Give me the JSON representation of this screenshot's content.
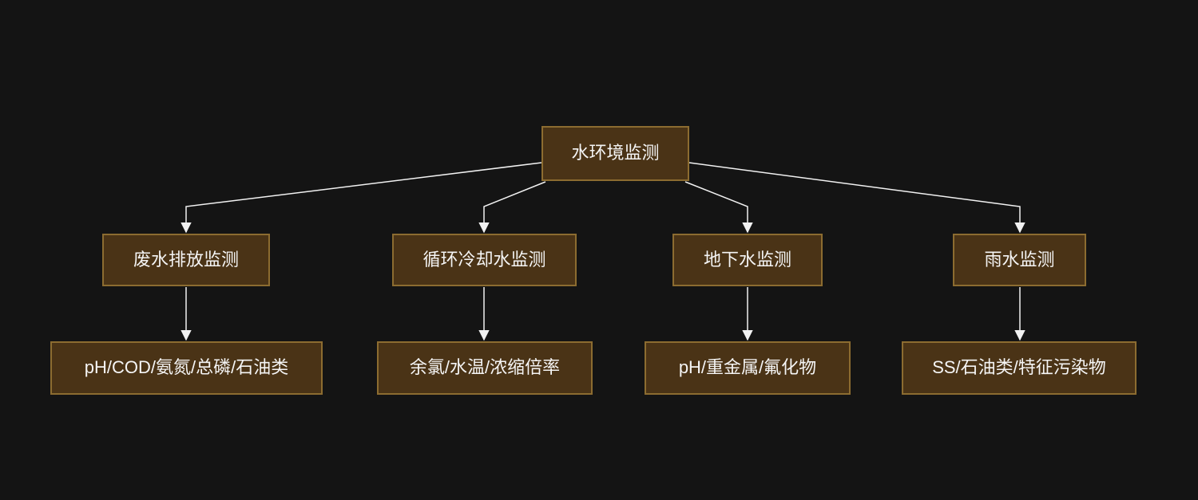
{
  "diagram": {
    "colors": {
      "background": "#141414",
      "node_fill": "#4a3316",
      "node_border": "#8c6c30",
      "text": "#f5f5f5",
      "connector": "#f2f2f2"
    },
    "root": {
      "label": "水环境监测"
    },
    "branches": [
      {
        "label": "废水排放监测",
        "leaf_label": "pH/COD/氨氮/总磷/石油类"
      },
      {
        "label": "循环冷却水监测",
        "leaf_label": "余氯/水温/浓缩倍率"
      },
      {
        "label": "地下水监测",
        "leaf_label": "pH/重金属/氟化物"
      },
      {
        "label": "雨水监测",
        "leaf_label": "SS/石油类/特征污染物"
      }
    ]
  }
}
